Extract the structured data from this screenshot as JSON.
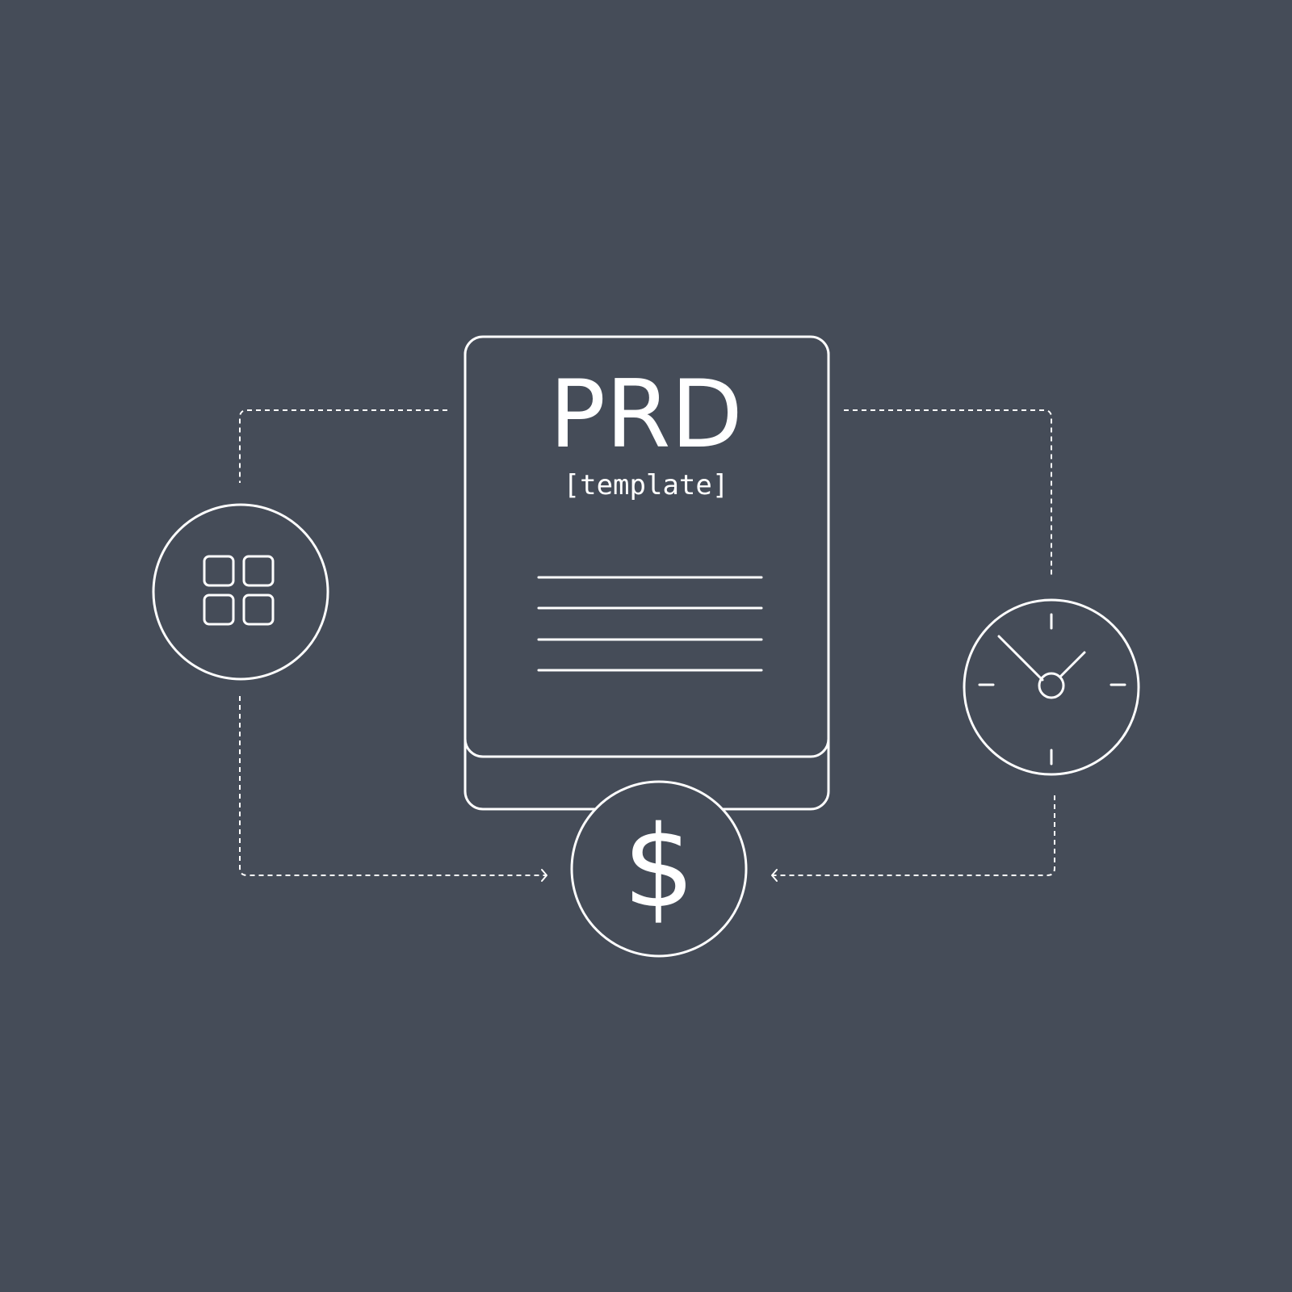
{
  "colors": {
    "background": "#454c58",
    "stroke": "#ffffff"
  },
  "document": {
    "title": "PRD",
    "subtitle": "[template]",
    "content_line_count": 4
  },
  "nodes": {
    "left": {
      "icon": "grid-icon"
    },
    "right": {
      "icon": "clock-icon"
    },
    "bottom": {
      "icon": "dollar-icon",
      "symbol": "$"
    }
  }
}
